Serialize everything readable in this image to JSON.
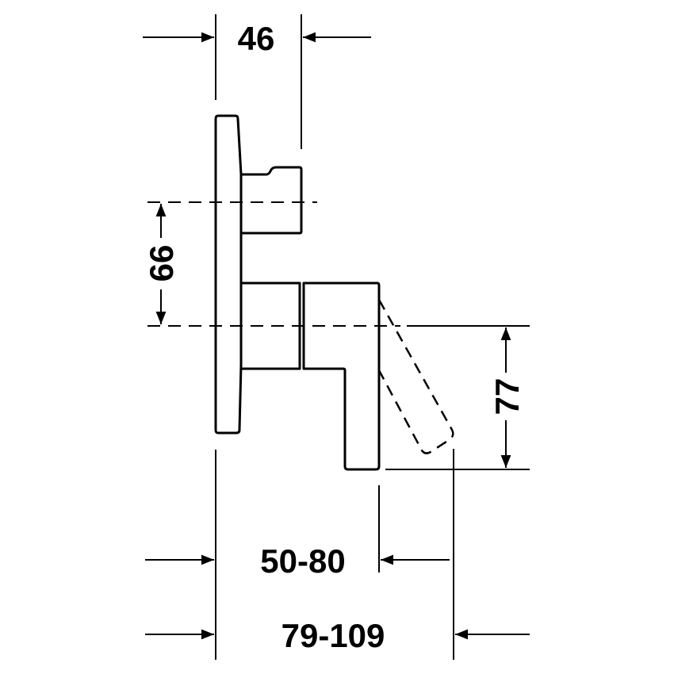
{
  "dimensions": {
    "top_width": "46",
    "knob_spacing": "66",
    "lever_drop": "77",
    "wall_depth_inner": "50-80",
    "wall_depth_outer": "79-109"
  },
  "colors": {
    "line": "#000000",
    "background": "#ffffff"
  }
}
